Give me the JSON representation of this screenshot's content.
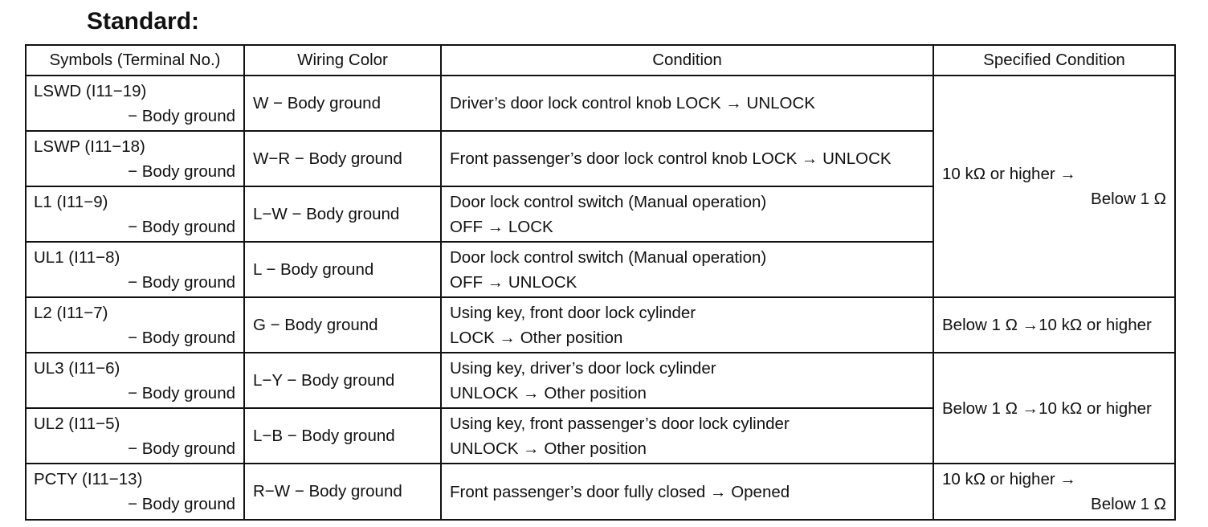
{
  "title": "Standard:",
  "headers": [
    "Symbols (Terminal No.)",
    "Wiring Color",
    "Condition",
    "Specified Condition"
  ],
  "rows": [
    {
      "symbol": "LSWD (I11−19)",
      "symbol_suffix": "− Body ground",
      "wiring": "W − Body ground",
      "condition": [
        "Driver’s door lock control knob LOCK → UNLOCK"
      ]
    },
    {
      "symbol": "LSWP (I11−18)",
      "symbol_suffix": "− Body ground",
      "wiring": "W−R − Body ground",
      "condition": [
        "Front passenger’s door lock control knob LOCK → UNLOCK"
      ]
    },
    {
      "symbol": "L1 (I11−9)",
      "symbol_suffix": "− Body ground",
      "wiring": "L−W − Body ground",
      "condition": [
        "Door lock control switch (Manual operation)",
        "OFF → LOCK"
      ]
    },
    {
      "symbol": "UL1 (I11−8)",
      "symbol_suffix": "− Body ground",
      "wiring": "L − Body ground",
      "condition": [
        "Door lock control switch (Manual operation)",
        "OFF → UNLOCK"
      ]
    },
    {
      "symbol": "L2 (I11−7)",
      "symbol_suffix": "− Body ground",
      "wiring": "G − Body ground",
      "condition": [
        "Using key, front door lock cylinder",
        "LOCK → Other position"
      ]
    },
    {
      "symbol": "UL3 (I11−6)",
      "symbol_suffix": "− Body ground",
      "wiring": "L−Y − Body ground",
      "condition": [
        "Using key, driver’s door lock cylinder",
        "UNLOCK → Other position"
      ]
    },
    {
      "symbol": "UL2 (I11−5)",
      "symbol_suffix": "− Body ground",
      "wiring": "L−B − Body ground",
      "condition": [
        "Using key, front passenger’s door lock cylinder",
        "UNLOCK → Other position"
      ]
    },
    {
      "symbol": "PCTY (I11−13)",
      "symbol_suffix": "− Body ground",
      "wiring": "R−W − Body ground",
      "condition": [
        "Front passenger’s door fully closed → Opened"
      ]
    }
  ],
  "specified": [
    {
      "line1": "10 kΩ or higher →",
      "line2": "Below 1 Ω"
    },
    {
      "line1": "Below 1 Ω →10 kΩ or higher"
    },
    {
      "line1": "Below 1 Ω →10 kΩ or higher"
    },
    {
      "line1": "10 kΩ or higher →",
      "line2": "Below 1 Ω"
    }
  ]
}
